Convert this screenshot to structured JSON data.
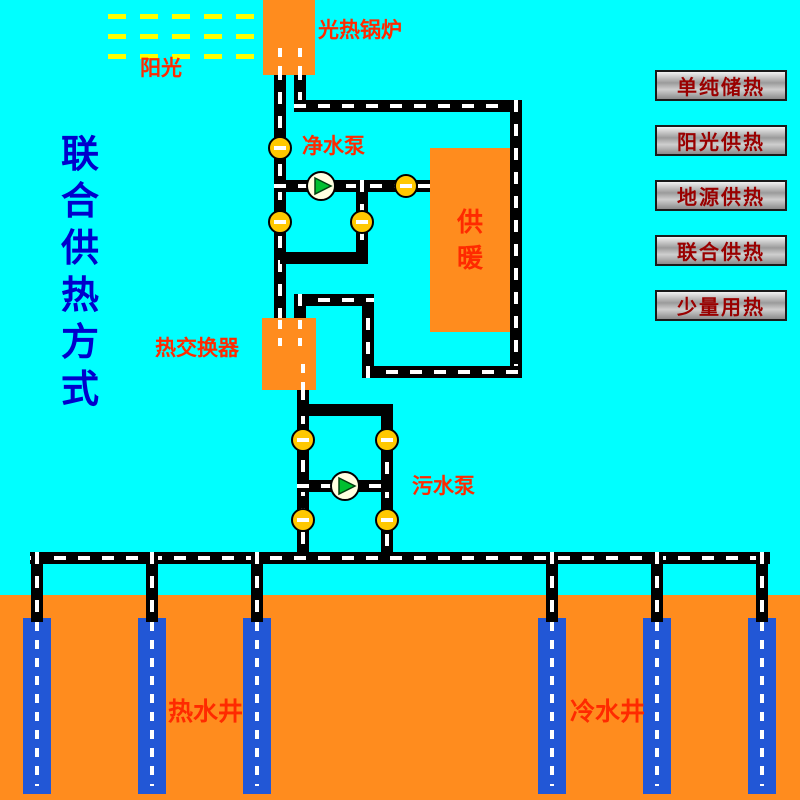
{
  "title": "联合供热方式",
  "labels": {
    "sunlight": "阳光",
    "boiler": "光热锅炉",
    "clean_pump": "净水泵",
    "heating": "供暖",
    "heat_exchanger": "热交换器",
    "sewage_pump": "污水泵",
    "hot_wells": "热水井",
    "cold_wells": "冷水井"
  },
  "buttons": [
    {
      "label": "单纯储热"
    },
    {
      "label": "阳光供热"
    },
    {
      "label": "地源供热"
    },
    {
      "label": "联合供热"
    },
    {
      "label": "少量用热"
    }
  ],
  "colors": {
    "background": "#00FFFF",
    "ground_orange": "#FF8C1E",
    "well_blue": "#2257D6",
    "label_red": "#FF2A00",
    "title_blue": "#0000CC",
    "button_text_red": "#990000",
    "valve_yellow": "#FFC800",
    "pump_green": "#00C030",
    "sun_yellow": "#FFFF00",
    "pipe_black": "#000000",
    "pipe_dash_white": "#FFFFFF"
  }
}
